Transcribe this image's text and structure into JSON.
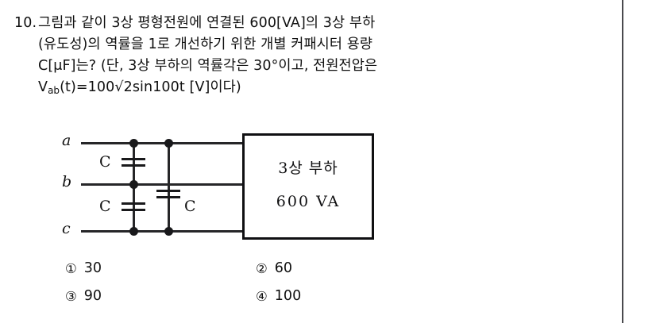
{
  "question": {
    "number": "10.",
    "lines": [
      "그림과 같이 3상 평형전원에 연결된 600[VA]의 3상 부하",
      "(유도성)의 역률을 1로 개선하기 위한 개별 커패시터 용량",
      "C[μF]는? (단, 3상 부하의 역률각은 30°이고, 전원전압은"
    ],
    "last_line_prefix": "V",
    "last_line_subscript": "ab",
    "last_line_rest": "(t)=100√2sin100t  [V]이다)"
  },
  "figure": {
    "phase_labels": [
      "a",
      "b",
      "c"
    ],
    "capacitor_labels": [
      "C",
      "C",
      "C"
    ],
    "load": {
      "title": "3상 부하",
      "rating": "600 VA"
    }
  },
  "choices": [
    {
      "marker": "①",
      "value": "30"
    },
    {
      "marker": "②",
      "value": "60"
    },
    {
      "marker": "③",
      "value": "90"
    },
    {
      "marker": "④",
      "value": "100"
    }
  ]
}
